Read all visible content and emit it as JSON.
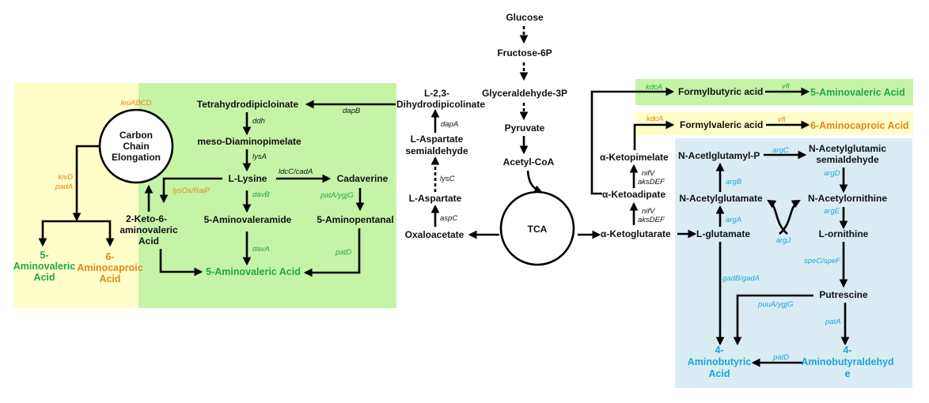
{
  "colors": {
    "yellow_region": "#FFFDC8",
    "green_region": "#C6F4A6",
    "blue_region": "#DAECF3",
    "green_text": "#1FA84A",
    "orange_text": "#E0861E",
    "blue_text": "#1EA5D2",
    "black_text": "#111111"
  },
  "central": {
    "glucose": "Glucose",
    "fructose6p": "Fructose-6P",
    "gap": "Glyceraldehyde-3P",
    "pyruvate": "Pyruvate",
    "acetylcoa": "Acetyl-CoA",
    "tca": "TCA",
    "oxaloacetate": "Oxaloacetate",
    "akg": "α-Ketoglutarate"
  },
  "aspartate": {
    "l_aspartate": "L-Aspartate",
    "asa_1": "L-Aspartate",
    "asa_2": "semialdehyde",
    "dhdp_1": "L-2,3-",
    "dhdp_2": "Dihydrodipicolinate",
    "enz_aspC": "aspC",
    "enz_lysC": "lysC",
    "enz_dapA": "dapA",
    "enz_dapB": "dapB"
  },
  "lysine_region": {
    "thdp": "Tetrahydrodipicloinate",
    "meso_dap": "meso-Diaminopimelate",
    "lysine": "L-Lysine",
    "cadaverine": "Cadaverine",
    "aminovaleramide": "5-Aminovaleramide",
    "aminopentanal": "5-Aminopentanal",
    "product": "5-Aminovaleric Acid",
    "keto_1": "2-Keto-6-",
    "keto_2": "aminovaleric",
    "keto_3": "Acid",
    "enz_ddh": "ddh",
    "enz_lysA": "lysA",
    "enz_ldcC": "ldcC/cadA",
    "enz_davB": "davB",
    "enz_davA": "davA",
    "enz_patA": "patA/ygjG",
    "enz_patD": "patD",
    "enz_lysOx": "lysOx/RaiP"
  },
  "elongation": {
    "circle_1": "Carbon",
    "circle_2": "Chain",
    "circle_3": "Elongation",
    "enz_leu": "leuABCD",
    "enz_kivD": "kivD",
    "enz_padA": "padA",
    "ava_1": "5-",
    "ava_2": "Aminovaleric",
    "ava_3": "Acid",
    "aca_1": "6-",
    "aca_2": "Aminocaproic",
    "aca_3": "Acid"
  },
  "keto_chain": {
    "ketoadipate": "α-Ketoadipate",
    "ketopimelate": "α-Ketopimelate",
    "enz_nifV_1": "nifV",
    "enz_aks_1": "aksDEF",
    "enz_nifV_2": "nifV",
    "enz_aks_2": "aksDEF",
    "formylbutyric": "Formylbutyric acid",
    "formylvaleric": "Formylvaleric acid",
    "ava": "5-Aminovaleric Acid",
    "aca": "6-Aminocaproic Acid",
    "enz_kdcA_1": "kdcA",
    "enz_kdcA_2": "kdcA",
    "enz_vfl_1": "vfl",
    "enz_vfl_2": "vfl"
  },
  "arginine_region": {
    "glutamate": "L-glutamate",
    "acetylglutamate": "N-Acetylglutamate",
    "acetylglutamyl_p": "N-Acetlglutamyl-P",
    "nags_1": "N-Acetylglutamic",
    "nags_2": "semialdehyde",
    "acetylornithine": "N-Acetylornithine",
    "ornithine": "L-ornithine",
    "putrescine": "Putrescine",
    "gaba_1": "4-",
    "gaba_2": "Aminobutyric",
    "gaba_3": "Acid",
    "aba_1": "4-",
    "aba_2": "Aminobutyraldehyd",
    "aba_3": "e",
    "enz_argA": "argA",
    "enz_argB": "argB",
    "enz_argC": "argC",
    "enz_argD": "argD",
    "enz_argE": "argE",
    "enz_argJ": "argJ",
    "enz_speC": "speC/speF",
    "enz_gad": "gadB/gadA",
    "enz_puuA": "puuA/ygjG",
    "enz_patA": "patA",
    "enz_patD": "patD"
  }
}
